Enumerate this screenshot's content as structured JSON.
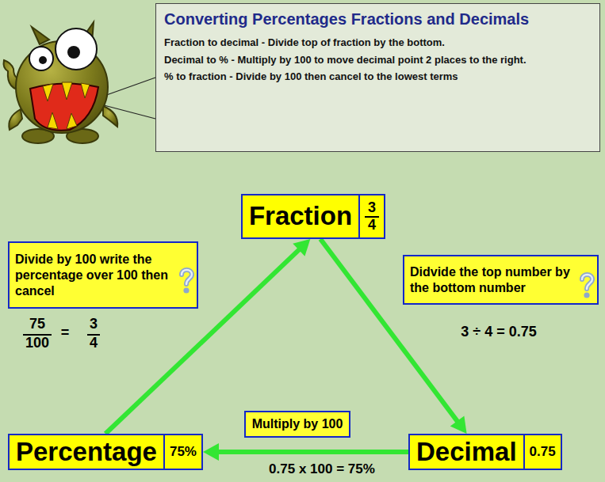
{
  "diagram": {
    "nodes": [
      {
        "text": [
          "Converting Percentages Fractions and Decimals",
          "Fraction to decimal - Divide top of fraction by the bottom.",
          "Decimal to % - Multiply by 100 to move decimal point 2 places to the right.",
          "% to fraction - Divide by 100 then cancel to the lowest terms"
        ]
      },
      {
        "text": [
          "Fraction"
        ]
      },
      {
        "text": [
          "3",
          "4"
        ],
        "in": 1
      },
      {
        "text": [
          "Divide by 100 write the percentage over 100 then cancel"
        ]
      },
      {
        "text": [
          "Didvide the top number by the bottom number"
        ]
      },
      {
        "text": [
          "Multiply by 100"
        ]
      },
      {
        "text": [
          "Percentage"
        ]
      },
      {
        "text": [
          "75%"
        ],
        "in": 6
      },
      {
        "text": [
          "Decimal"
        ]
      },
      {
        "text": [
          "0.75"
        ],
        "in": 8
      }
    ],
    "edges": [
      {
        "from": 6,
        "to": 1,
        "arrow": "to"
      },
      {
        "from": 1,
        "to": 8,
        "arrow": "to"
      },
      {
        "from": 8,
        "to": 6,
        "arrow": "to"
      }
    ],
    "labels": [
      "75",
      "100",
      "=",
      "3",
      "4",
      "3 ÷ 4 = 0.75",
      "0.75 x 100 = 75%"
    ]
  }
}
